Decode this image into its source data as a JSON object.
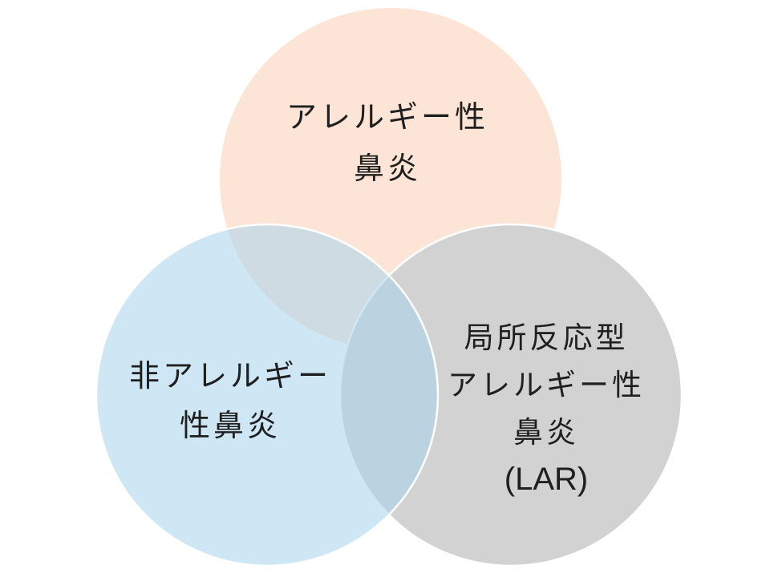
{
  "venn": {
    "background": "#ffffff",
    "outline_color": "#ffffff",
    "text_color": "#1f1f1f",
    "circles": [
      {
        "id": "allergic-rhinitis",
        "lines": [
          "アレルギー性",
          "鼻炎"
        ],
        "fill": "#fce4d6"
      },
      {
        "id": "non-allergic-rhinitis",
        "lines": [
          "非アレルギー",
          "性鼻炎"
        ],
        "fill": "#cfe7f5",
        "fill_base": "#a8d3ec",
        "fill_opacity": "0.55"
      },
      {
        "id": "local-allergic-rhinitis",
        "lines": [
          "局所反応型",
          "アレルギー性",
          "鼻炎",
          "(LAR)"
        ],
        "fill": "#d2d2d2"
      }
    ],
    "overlap_colors": {
      "non_allergic_over_allergic": "#c7dee8",
      "non_allergic_over_lar": "#b2d3e2"
    }
  }
}
